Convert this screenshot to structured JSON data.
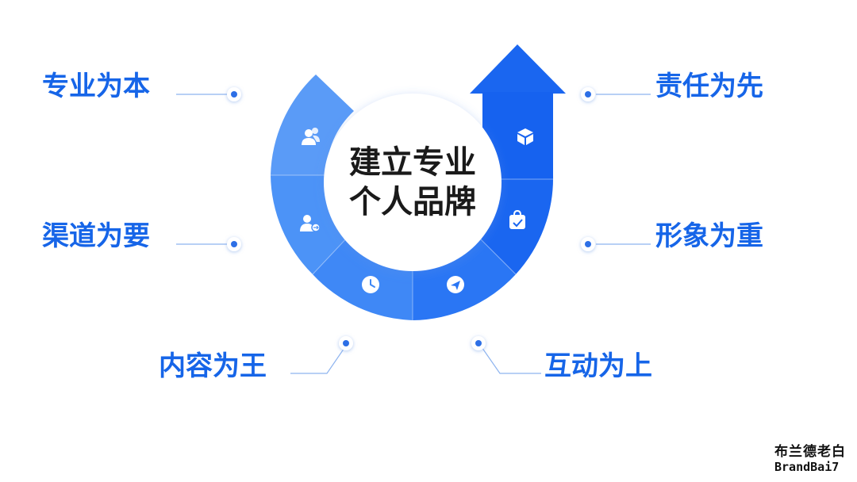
{
  "center": {
    "line1": "建立专业",
    "line2": "个人品牌"
  },
  "labels": {
    "top_left": "专业为本",
    "mid_left": "渠道为要",
    "bottom_left": "内容为王",
    "top_right": "责任为先",
    "mid_right": "形象为重",
    "bottom_right": "互动为上"
  },
  "segment_icons": [
    "users-icon",
    "user-transfer-icon",
    "clock-icon",
    "send-icon",
    "bag-check-icon",
    "box-icon"
  ],
  "logo": {
    "cn": "布兰德老白",
    "en": "BrandBai7"
  },
  "colors": {
    "light_blue": "#5b9cf8",
    "mid_blue": "#3a86f7",
    "dark_blue": "#1562ee",
    "arrow_blue": "#1459ec",
    "label_blue": "#1665e8",
    "connector": "#8eb4ef",
    "dot": "#2d6fe6"
  }
}
